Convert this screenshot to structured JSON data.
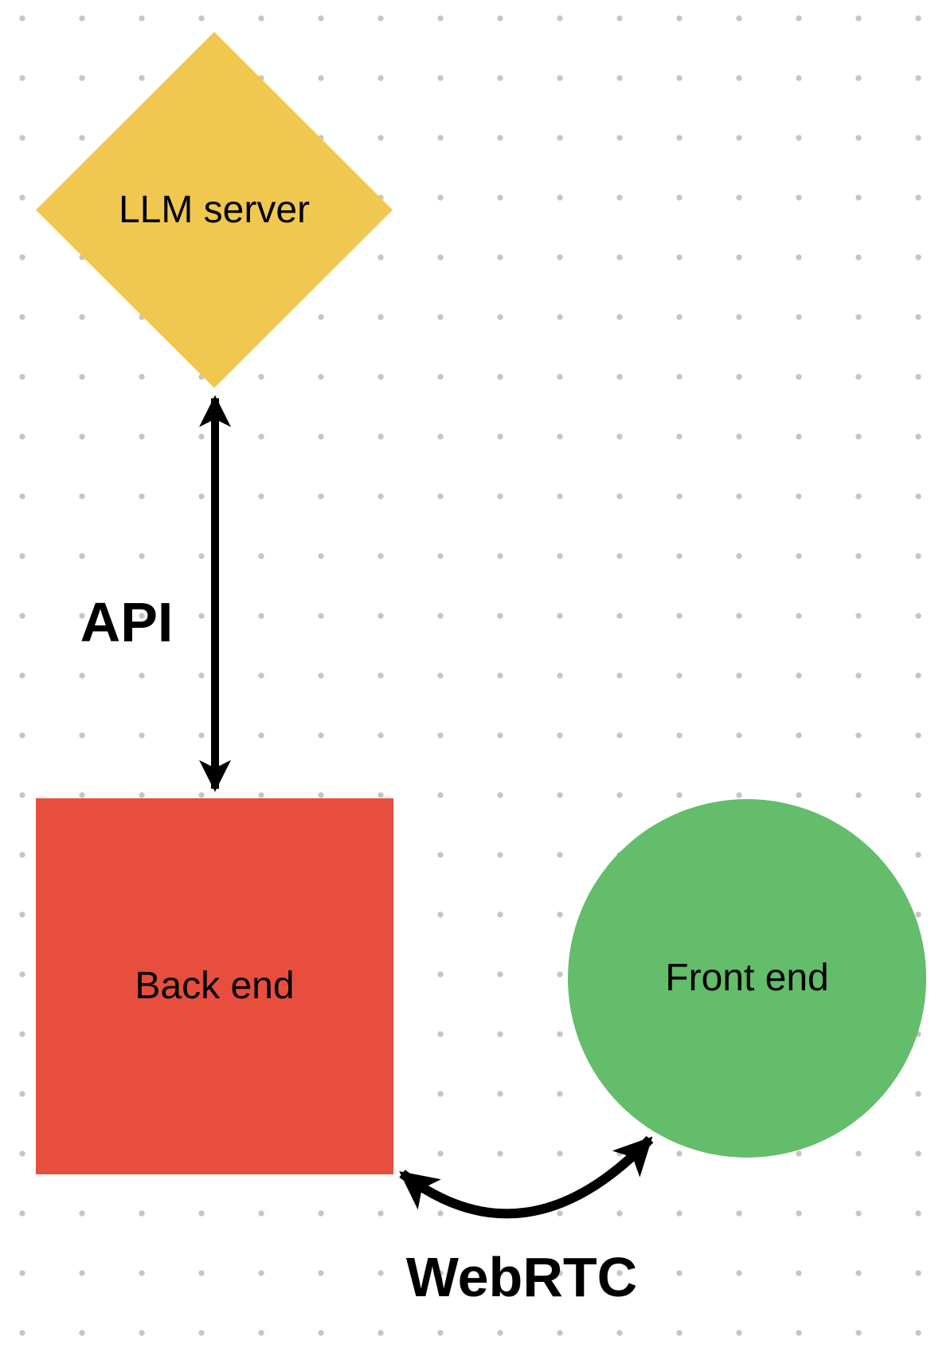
{
  "canvas": {
    "background_color": "#ffffff",
    "dot_grid_color": "#c5c5c5"
  },
  "nodes": [
    {
      "id": "llm-server",
      "shape": "diamond",
      "label": "LLM server",
      "color": "#f0c84f"
    },
    {
      "id": "back-end",
      "shape": "square",
      "label": "Back end",
      "color": "#e74e3d"
    },
    {
      "id": "front-end",
      "shape": "circle",
      "label": "Front end",
      "color": "#63bd6a"
    }
  ],
  "edges": [
    {
      "id": "api",
      "label": "API",
      "type": "double-headed-straight-arrow",
      "from": "llm-server",
      "to": "back-end",
      "color": "#000000"
    },
    {
      "id": "webrtc",
      "label": "WebRTC",
      "type": "double-headed-curved-arrow",
      "from": "back-end",
      "to": "front-end",
      "color": "#000000"
    }
  ]
}
